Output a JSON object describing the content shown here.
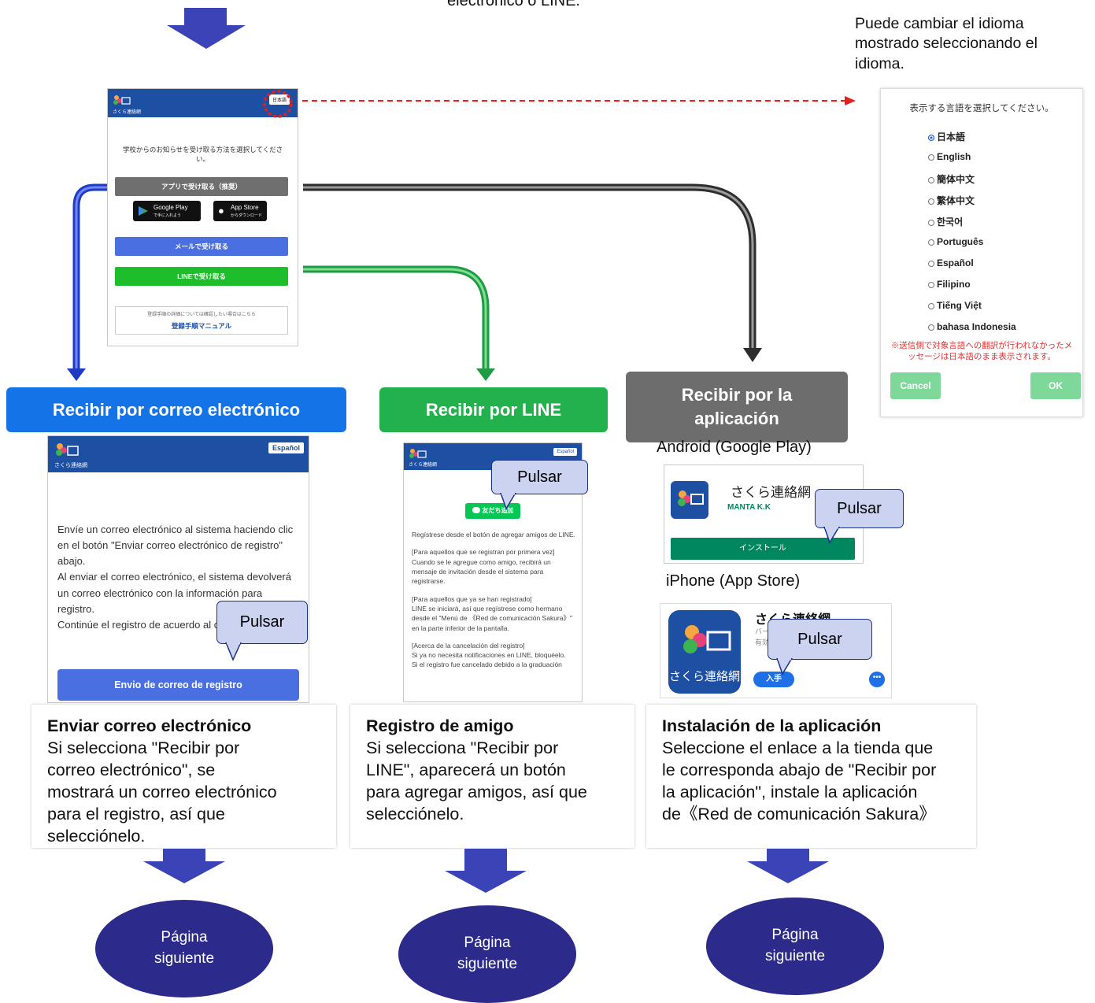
{
  "top_caption": "electrónico o LINE.",
  "lang_note": "Puede cambiar el idioma mostrado seleccionando el idioma.",
  "select_screen": {
    "lang_button": "日本語",
    "logo_caption": "さくら連絡網",
    "prompt": "学校からのお知らせを受け取る方法を選択してください。",
    "app_button": "アプリで受け取る（推奨）",
    "google_play_top": "Google Play",
    "google_play_sub": "で手に入れよう",
    "app_store_top": "App Store",
    "app_store_sub": "からダウンロード",
    "mail_button": "メールで受け取る",
    "line_button": "LINEで受け取る",
    "manual_note": "登録手順の詳細については確認したい場合はこちら",
    "manual_link": "登録手順マニュアル"
  },
  "language_dialog": {
    "title": "表示する言語を選択してください。",
    "options": [
      "日本語",
      "English",
      "簡体中文",
      "繁体中文",
      "한국어",
      "Português",
      "Español",
      "Filipino",
      "Tiếng Việt",
      "bahasa Indonesia"
    ],
    "selected": "日本語",
    "warning": "※送信側で対象言語への翻訳が行われなかったメッセージは日本語のまま表示されます。",
    "cancel": "Cancel",
    "ok": "OK"
  },
  "tags": {
    "email": "Recibir por correo electrónico",
    "line": "Recibir por LINE",
    "app": "Recibir por la aplicación"
  },
  "email_screen": {
    "lang_button": "Español",
    "logo_caption": "さくら連絡網",
    "body": "Envíe un correo electrónico al sistema haciendo clic en el botón \"Enviar correo electrónico de registro\" abajo.\nAl enviar el correo electrónico, el sistema devolverá un correo electrónico con la información para registro.\nContinúe el registro de acuerdo al correo electrónico",
    "button": "Envio de correo de registro"
  },
  "line_screen": {
    "lang_button": "Español",
    "logo_caption": "さくら連絡網",
    "add_friend": "友だち追加",
    "p1": "Regístrese desde el botón de agregar amigos de LINE.",
    "p2": "[Para aquellos que se registran por primera vez]\nCuando se le agregue como amigo, recibirá un mensaje de invitación desde el sistema para registrarse.",
    "p3": "[Para aquellos que ya se han registrado]\nLINE se iniciará, así que regístrese como hermano desde el \"Menú de 《Red de comunicación Sakura》\" en la parte inferior de la pantalla.",
    "p4": "[Acerca de la cancelación del registro]\nSi ya no necesita notificaciones en LINE, bloquéelo.\nSi el registro fue cancelado debido a la graduación"
  },
  "app_stores": {
    "android_label": "Android (Google Play)",
    "android_app_name": "さくら連絡網",
    "android_dev": "MANTA K.K",
    "android_install": "インストール",
    "iphone_label": "iPhone (App Store)",
    "iphone_app_name": "さくら連絡網",
    "iphone_icon_text": "さくら連絡網",
    "iphone_get": "入手",
    "iphone_sub1": "バー",
    "iphone_sub2": "有効"
  },
  "bubble_label": "Pulsar",
  "cards": {
    "email_title": "Enviar correo electrónico",
    "email_text": "Si selecciona \"Recibir por correo electrónico\", se mostrará un correo electrónico para el registro, así que selecciónelo.",
    "line_title": "Registro de amigo",
    "line_text": "Si selecciona \"Recibir por LINE\", aparecerá un botón para agregar amigos, así que selecciónelo.",
    "app_title": "Instalación de la aplicación",
    "app_text": "Seleccione el enlace a la tienda que le corresponda abajo de \"Recibir por la aplicación\", instale la aplicación de《Red de comunicación Sakura》"
  },
  "next_page": "Página siguiente",
  "colors": {
    "email_tag": "#1473e6",
    "line_tag": "#22b14c",
    "app_tag": "#6d6d6d",
    "header_blue": "#1d4fa3",
    "next_oval": "#2c2b8c",
    "flow_arrow": "#3b44b6"
  }
}
